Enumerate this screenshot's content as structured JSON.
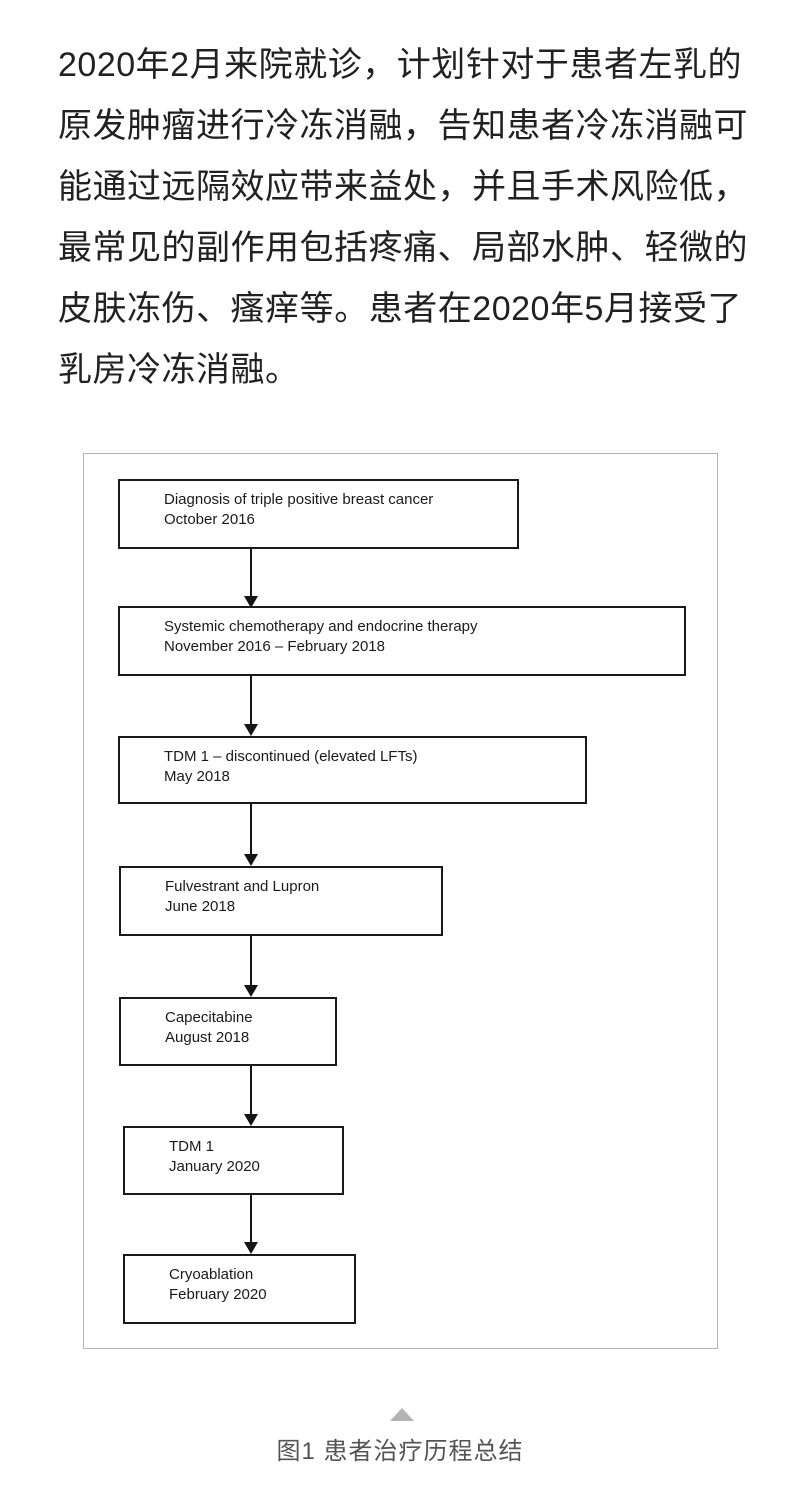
{
  "paragraph": {
    "lines": [
      "2020年2月来院就诊，计划针对于患者左乳的",
      "原发肿瘤进行冷冻消融，告知患者冷冻消融可",
      "能通过远隔效应带来益处，并且手术风险低，",
      "最常见的副作用包括疼痛、局部水肿、轻微的",
      "皮肤冻伤、瘙痒等。患者在2020年5月接受了",
      "乳房冷冻消融。"
    ]
  },
  "figure": {
    "caption": "图1 患者治疗历程总结",
    "collapse_icon": "triangle-up-icon",
    "flowchart": {
      "type": "vertical-timeline-flowchart",
      "boxes": [
        {
          "title": "Diagnosis of triple positive breast cancer",
          "date": "October 2016"
        },
        {
          "title": "Systemic chemotherapy and endocrine therapy",
          "date": "November 2016 – February 2018"
        },
        {
          "title": "TDM 1 – discontinued (elevated LFTs)",
          "date": "May 2018"
        },
        {
          "title": "Fulvestrant and Lupron",
          "date": "June 2018"
        },
        {
          "title": "Capecitabine",
          "date": "August 2018"
        },
        {
          "title": "TDM 1",
          "date": "January 2020"
        },
        {
          "title": "Cryoablation",
          "date": "February 2020"
        }
      ]
    }
  },
  "colors": {
    "body_text": "#212121",
    "box_border": "#1a1a1a",
    "frame_border": "#b3b3b3",
    "caption_text": "#545454",
    "triangle": "#b3b3b3"
  }
}
